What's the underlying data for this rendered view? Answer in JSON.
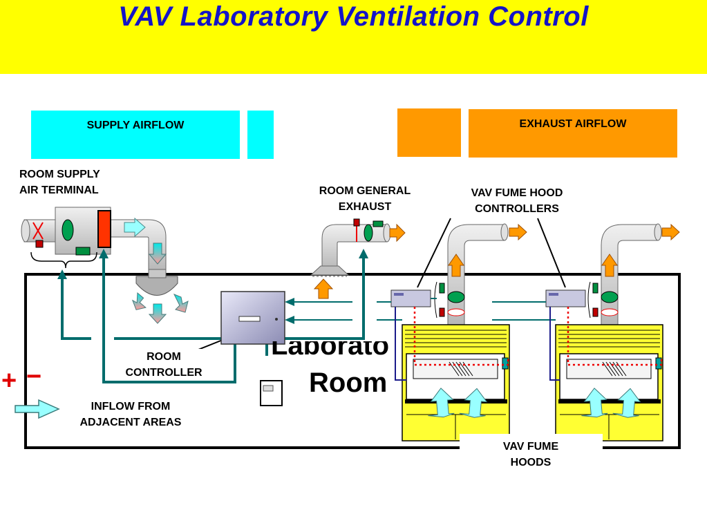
{
  "title": "VAV  Laboratory  Ventilation  Control",
  "legend": {
    "supply": "SUPPLY  AIRFLOW",
    "exhaust": "EXHAUST  AIRFLOW",
    "supply_color": "#00ffff",
    "exhaust_color": "#ff9900"
  },
  "labels": {
    "room_supply_line1": "ROOM  SUPPLY",
    "room_supply_line2": "AIR  TERMINAL",
    "general_exhaust_line1": "ROOM  GENERAL",
    "general_exhaust_line2": "EXHAUST",
    "fume_hood_ctrl_line1": "VAV  FUME HOOD",
    "fume_hood_ctrl_line2": "CONTROLLERS",
    "room_controller_line1": "ROOM",
    "room_controller_line2": "CONTROLLER",
    "inflow_line1": "INFLOW  FROM",
    "inflow_line2": "ADJACENT  AREAS",
    "fume_hoods_line1": "VAV  FUME",
    "fume_hoods_line2": "HOODS",
    "laboratory_partial": "Laborato",
    "room": "Room",
    "plus": "+",
    "minus": "−"
  },
  "colors": {
    "signal_line": "#006c6c",
    "hood_body": "#ffff33",
    "duct": "#c8c8c8",
    "airflow_arrow": "#99ffff",
    "exhaust_arrow": "#ff9900"
  }
}
